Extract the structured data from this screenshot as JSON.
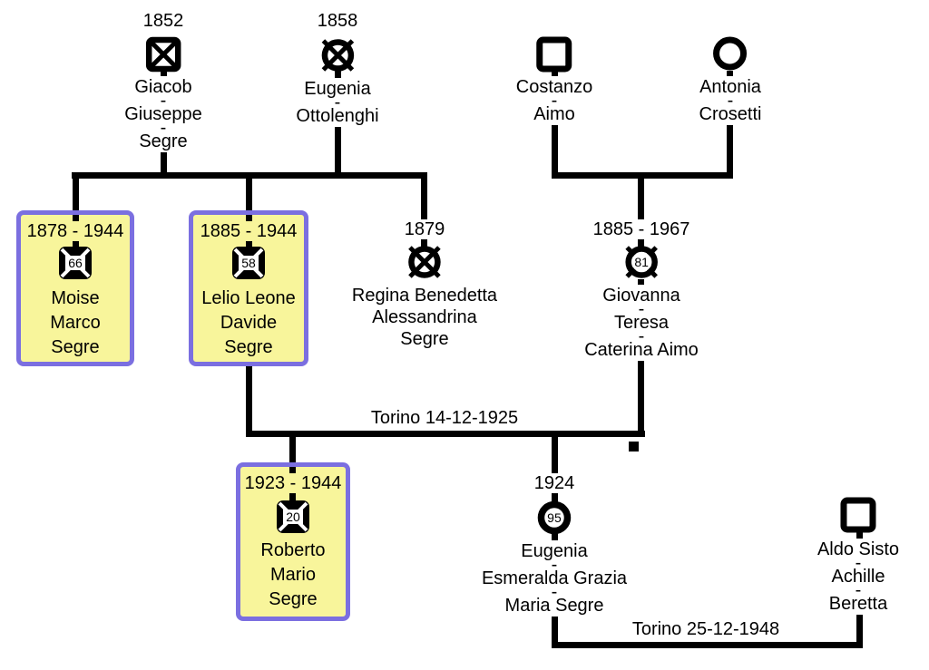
{
  "persons": {
    "giacob": {
      "years": "1852",
      "lines": [
        "Giacob",
        "-",
        "Giuseppe",
        "-",
        "Segre"
      ]
    },
    "eugenia_ottolenghi": {
      "years": "1858",
      "lines": [
        "Eugenia",
        "-",
        "Ottolenghi"
      ]
    },
    "costanzo": {
      "lines": [
        "Costanzo",
        "-",
        "Aimo"
      ]
    },
    "antonia": {
      "lines": [
        "Antonia",
        "-",
        "Crosetti"
      ]
    },
    "moise": {
      "years": "1878 - 1944",
      "age": "66",
      "lines": [
        "Moise",
        "Marco",
        "Segre"
      ]
    },
    "lelio": {
      "years": "1885 - 1944",
      "age": "58",
      "lines": [
        "Lelio Leone",
        "Davide",
        "Segre"
      ]
    },
    "regina": {
      "years": "1879",
      "lines": [
        "Regina Benedetta",
        "Alessandrina",
        "Segre"
      ]
    },
    "giovanna": {
      "years": "1885 - 1967",
      "age": "81",
      "lines": [
        "Giovanna",
        "-",
        "Teresa",
        "-",
        "Caterina Aimo"
      ]
    },
    "roberto": {
      "years": "1923 - 1944",
      "age": "20",
      "lines": [
        "Roberto",
        "Mario",
        "Segre"
      ]
    },
    "eugenia_segre": {
      "years": "1924",
      "age": "95",
      "lines": [
        "Eugenia",
        "-",
        "Esmeralda Grazia",
        "-",
        "Maria Segre"
      ]
    },
    "aldo": {
      "lines": [
        "Aldo Sisto",
        "-",
        "Achille",
        "-",
        "Beretta"
      ]
    }
  },
  "marriages": {
    "segre_aimo": {
      "label": "Torino 14-12-1925"
    },
    "segre_beretta": {
      "label": "Torino 25-12-1948"
    }
  },
  "colors": {
    "highlight_fill": "#f8f59b",
    "highlight_border": "#7b6fe0",
    "line": "#000000"
  }
}
